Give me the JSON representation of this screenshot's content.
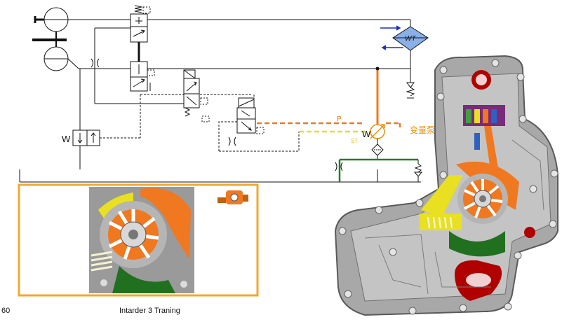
{
  "slide": {
    "page_number": "60",
    "footer_title": "Intarder 3 Traning"
  },
  "labels": {
    "heat_exchanger": "WT",
    "pressure_line": "P",
    "stator_line": "ST",
    "variable_pump": "变量泵",
    "pump_symbol": "W",
    "valve_symbol": "W"
  },
  "colors": {
    "pressure_line": "#f07820",
    "stator_line": "#e8e020",
    "return_line": "#208020",
    "pump_label": "#e89010",
    "highlight_frame": "#f0a830",
    "heat_exchanger_fill": "#8ab0e8",
    "flow_arrow": "#1a2fd0",
    "housing": "#a8a8a8"
  },
  "icons": [
    "accumulator-icon",
    "heat-exchanger-icon",
    "check-valve-icon",
    "variable-pump-icon",
    "filter-icon",
    "orifice-icon",
    "spring-icon",
    "solenoid-icon",
    "pump-unit-icon"
  ]
}
